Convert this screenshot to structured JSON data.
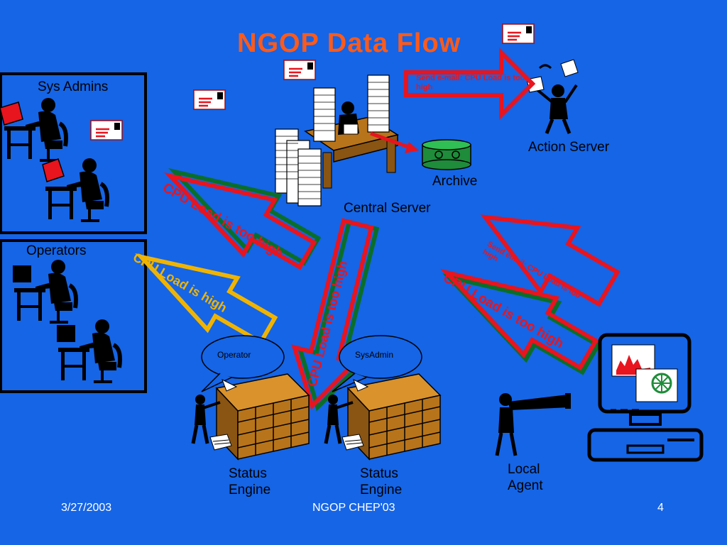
{
  "slide": {
    "title": "NGOP Data Flow",
    "colors": {
      "background": "#1565e6",
      "title": "#ff5a1a",
      "arrow_red": "#e8141e",
      "arrow_green": "#0a6e2a",
      "arrow_yellow": "#f0b400",
      "archive": "#1e8c3a",
      "cabinet": "#b8741a"
    },
    "groups": {
      "sys_admins": "Sys Admins",
      "operators": "Operators"
    },
    "nodes": {
      "central_server": "Central Server",
      "archive": "Archive",
      "action_server": "Action Server",
      "status_engine_1": "Status Engine",
      "status_engine_2": "Status Engine",
      "local_agent": "Local Agent"
    },
    "bubbles": {
      "operator": "Operator",
      "sysadmin": "SysAdmin"
    },
    "messages": {
      "to_sysadmins": "CPU Load is too high",
      "to_operators": "CPU Load is  high",
      "to_status_engine": "CPU Load is too high",
      "agent_to_engine": "CPU Load is too high",
      "email_action": "Send e-mail: CPU Load is too high",
      "email_agent": "Send email: CPU Load  is too high"
    },
    "footer": {
      "date": "3/27/2003",
      "center": "NGOP CHEP'03",
      "page": "4"
    }
  }
}
